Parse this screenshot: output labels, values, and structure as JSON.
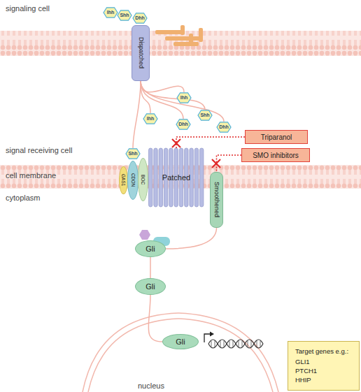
{
  "diagram": {
    "nodes": [
      {
        "text": [
          "Ihh"
        ]
      },
      {
        "text": [
          "Shh"
        ]
      },
      {
        "text": [
          "Dhh"
        ]
      },
      {
        "text": [
          "Dispatched"
        ]
      },
      {
        "text": [
          "Ihh"
        ]
      },
      {
        "text": [
          "Shh"
        ]
      },
      {
        "text": [
          "Dhh"
        ]
      },
      {
        "text": [
          "Ihh"
        ]
      },
      {
        "text": [
          "Dhh"
        ]
      },
      {
        "text": [
          "Triparanol"
        ]
      },
      {
        "text": [
          "SMO inhibitors"
        ]
      },
      {
        "text": [
          "GAS1"
        ]
      },
      {
        "text": [
          "CDON"
        ]
      },
      {
        "text": [
          "BOC"
        ]
      },
      {
        "text": [
          "Shh"
        ]
      },
      {
        "text": [
          "Patched"
        ]
      },
      {
        "text": [
          "Smoothened"
        ]
      },
      {
        "text": [
          "Gli"
        ]
      },
      {
        "text": [
          "Gli"
        ]
      },
      {
        "text": [
          "Gli"
        ]
      },
      {
        "text": [
          "Target genes e.g.:",
          "GLI1 PTCH1 HHIP"
        ]
      }
    ],
    "edges": [
      {
        "from": 3,
        "to": 4,
        "arrow": "none"
      },
      {
        "from": 3,
        "to": 5,
        "arrow": "none"
      },
      {
        "from": 3,
        "to": 6,
        "arrow": "none"
      },
      {
        "from": 3,
        "to": 7,
        "arrow": "none"
      },
      {
        "from": 3,
        "to": 8,
        "arrow": "none"
      },
      {
        "from": 3,
        "to": 14,
        "arrow": "none"
      },
      {
        "from": 9,
        "to": 15,
        "arrow": "none"
      },
      {
        "from": 10,
        "to": 16,
        "arrow": "none"
      },
      {
        "from": 16,
        "to": 17,
        "arrow": "none"
      },
      {
        "from": 17,
        "to": 18,
        "arrow": "none"
      },
      {
        "from": 18,
        "to": 19,
        "arrow": "none"
      }
    ],
    "labels": [
      "signaling cell",
      "signal receiving cell",
      "cell membrane",
      "cytoplasm",
      "nucleus"
    ]
  }
}
